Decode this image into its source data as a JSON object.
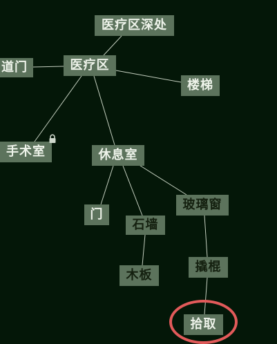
{
  "map": {
    "nodes": {
      "deep": "医疗区深处",
      "medical": "医疗区",
      "corridor_door": "道门",
      "stairs": "楼梯",
      "surgery": "手术室",
      "lounge": "休息室",
      "door": "门",
      "stone_wall": "石墙",
      "glass_window": "玻璃窗",
      "wood_board": "木板",
      "crowbar": "撬棍",
      "pickup": "拾取"
    },
    "locked_nodes": [
      "surgery"
    ],
    "highlighted_node": "pickup",
    "colors": {
      "background": "#041708",
      "node": "#5c735c",
      "line": "#c5d0c0",
      "highlight": "#e25a5a"
    }
  }
}
